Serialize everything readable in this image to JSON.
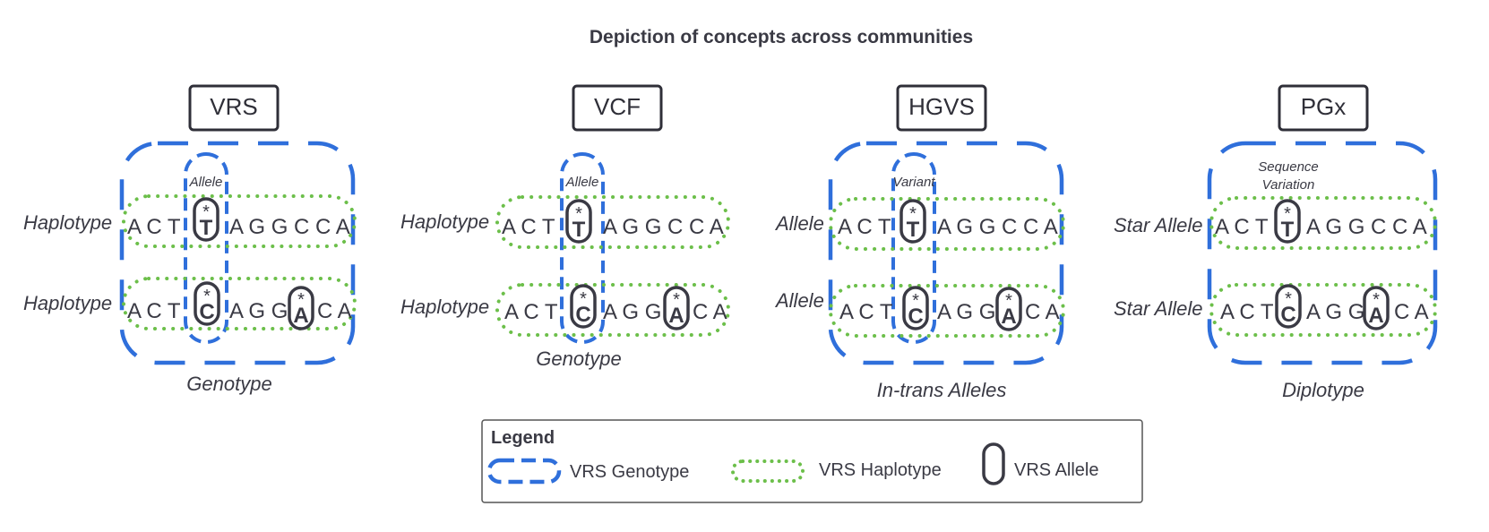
{
  "title": "Depiction of concepts across communities",
  "panels": [
    {
      "name": "VRS",
      "rows": [
        {
          "label": "Haplotype",
          "left": "A C T",
          "base": "T",
          "right": "A G G C C A",
          "second_base": null,
          "tail": null
        },
        {
          "label": "Haplotype",
          "left": "A C T",
          "base": "C",
          "right": "A G G",
          "second_base": "A",
          "tail": "C A"
        }
      ],
      "inner_label": "Allele",
      "caption": "Genotype"
    },
    {
      "name": "VCF",
      "rows": [
        {
          "label": "Haplotype",
          "left": "A C T",
          "base": "T",
          "right": "A G G C C A",
          "second_base": null,
          "tail": null
        },
        {
          "label": "Haplotype",
          "left": "A C T",
          "base": "C",
          "right": "A G G",
          "second_base": "A",
          "tail": "C A"
        }
      ],
      "inner_label": "Allele",
      "caption": "Genotype"
    },
    {
      "name": "HGVS",
      "rows": [
        {
          "label": "Allele",
          "left": "A C T",
          "base": "T",
          "right": "A G G C C A",
          "second_base": null,
          "tail": null
        },
        {
          "label": "Allele",
          "left": "A C T",
          "base": "C",
          "right": "A G G",
          "second_base": "A",
          "tail": "C A"
        }
      ],
      "inner_label": "Variant",
      "caption": "In-trans Alleles"
    },
    {
      "name": "PGx",
      "rows": [
        {
          "label": "Star Allele",
          "left": "A C T",
          "base": "T",
          "right": "A G G C C A",
          "second_base": null,
          "tail": null
        },
        {
          "label": "Star Allele",
          "left": "A C T",
          "base": "C",
          "right": "A G G",
          "second_base": "A",
          "tail": "C A"
        }
      ],
      "inner_label": "Sequence Variation",
      "inner_label_lines": [
        "Sequence",
        "Variation"
      ],
      "caption": "Diplotype"
    }
  ],
  "star_symbol": "*",
  "legend": {
    "title": "Legend",
    "items": [
      {
        "label": "VRS Genotype",
        "style": "dashed-blue"
      },
      {
        "label": "VRS Haplotype",
        "style": "dotted-green"
      },
      {
        "label": "VRS Allele",
        "style": "solid-dark"
      }
    ]
  },
  "colors": {
    "genotype": "#2f6fdb",
    "haplotype": "#6cbf4a",
    "allele": "#3a3a44",
    "text": "#3a3a44"
  }
}
